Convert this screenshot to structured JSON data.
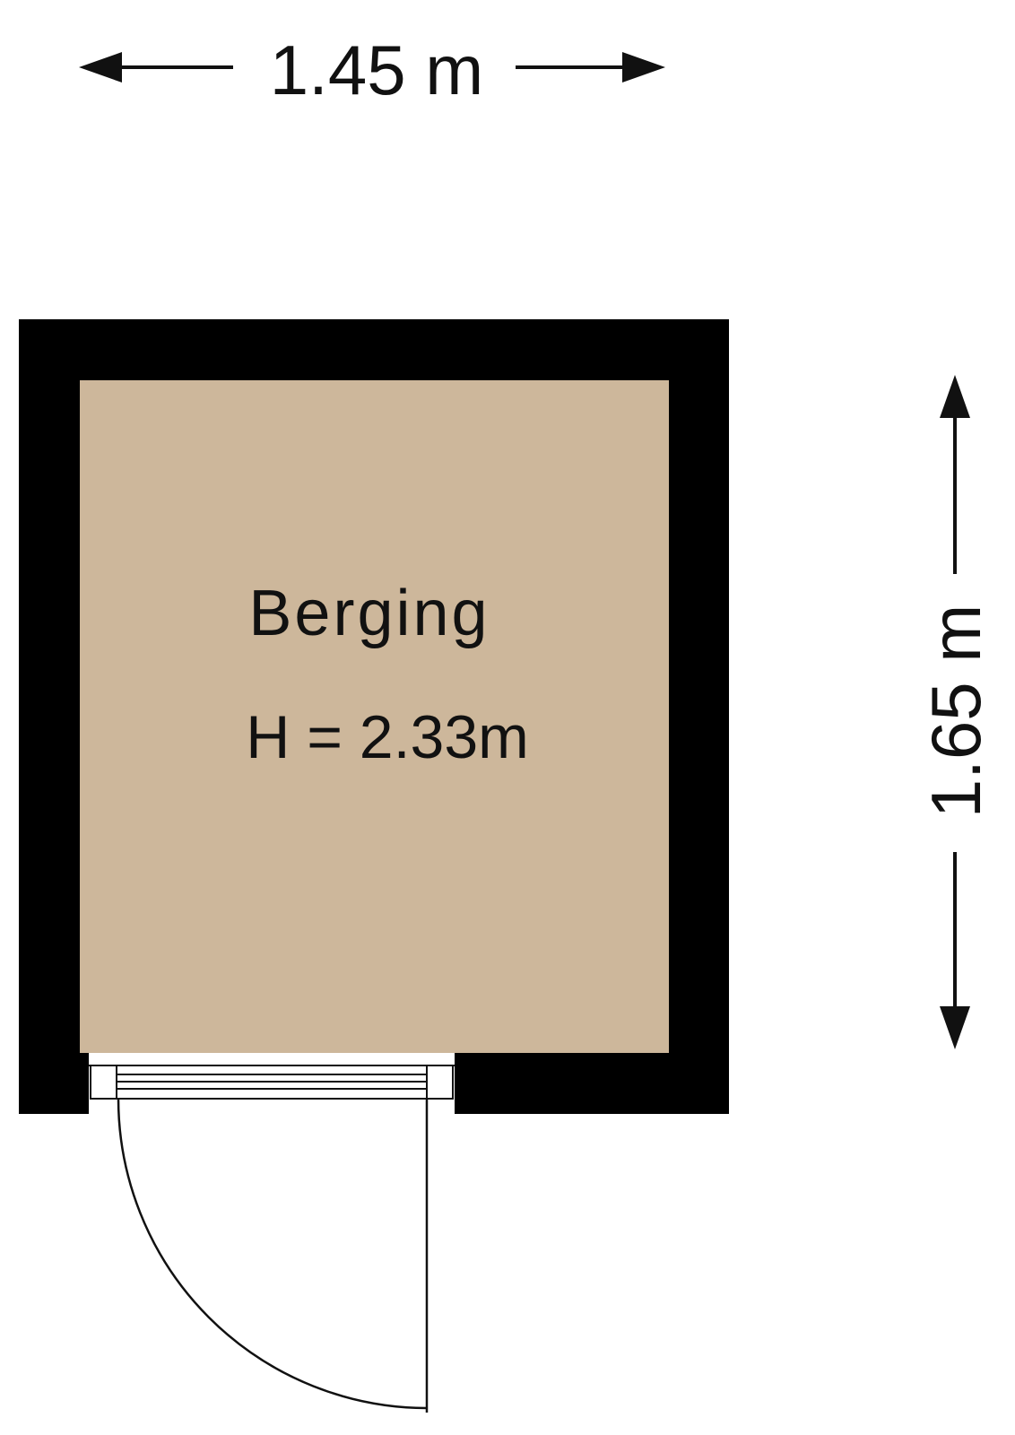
{
  "dimensions": {
    "width_label": "1.45 m",
    "height_label": "1.65 m"
  },
  "room": {
    "name": "Berging",
    "ceiling_height": "H = 2.33m"
  },
  "colors": {
    "wall": "#000000",
    "floor": "#cdb79b",
    "line": "#111111",
    "background": "#ffffff"
  }
}
